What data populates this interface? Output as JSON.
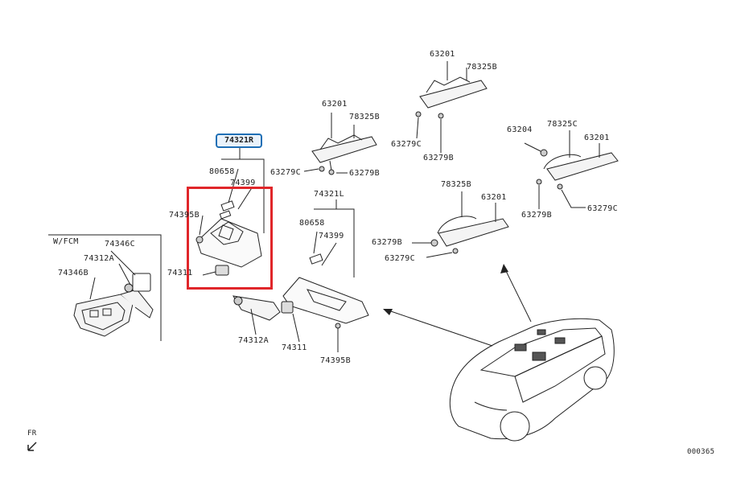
{
  "highlight": {
    "part_number": "74321R",
    "border_color": "#1f6fb5",
    "box_color": "#e0262a"
  },
  "inset": {
    "title": "W/FCM",
    "parts": [
      "74346C",
      "74312A",
      "74346B"
    ]
  },
  "front_label": "FR",
  "diagram_code": "000365",
  "callouts": {
    "p80658_r": "80658",
    "p74399_r": "74399",
    "p74395B_r": "74395B",
    "p74311_r": "74311",
    "p74312A": "74312A",
    "p74321L": "74321L",
    "p80658_l": "80658",
    "p74399_l": "74399",
    "p74311_l": "74311",
    "p74395B_l": "74395B",
    "g1_63201": "63201",
    "g1_78325B": "78325B",
    "g1_63279C": "63279C",
    "g1_63279B": "63279B",
    "g2_63201": "63201",
    "g2_78325B": "78325B",
    "g2_63279C": "63279C",
    "g2_63279B": "63279B",
    "g3_63204": "63204",
    "g3_78325C": "78325C",
    "g3_63201": "63201",
    "g3_63279B": "63279B",
    "g3_63279C": "63279C",
    "g4_78325B": "78325B",
    "g4_63201": "63201",
    "g4_63279B": "63279B",
    "g4_63279C": "63279C"
  }
}
